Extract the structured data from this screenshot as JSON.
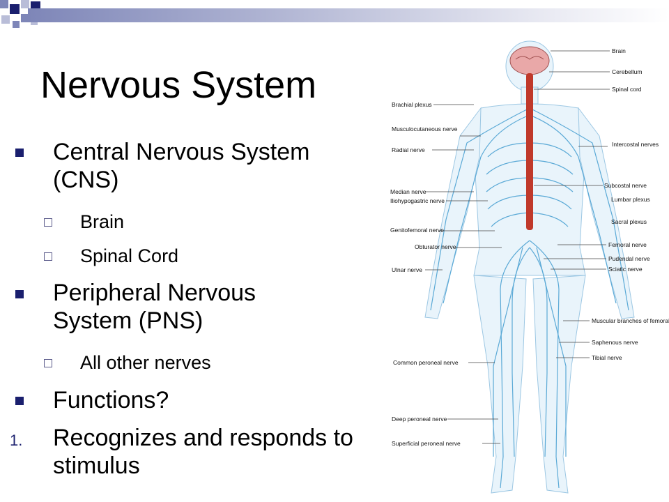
{
  "slide": {
    "title": "Nervous System",
    "bullets": [
      {
        "text": "Central Nervous System (CNS)",
        "sub": [
          "Brain",
          "Spinal Cord"
        ]
      },
      {
        "text": "Peripheral Nervous System (PNS)",
        "sub": [
          "All other nerves"
        ]
      },
      {
        "text": "Functions?"
      }
    ],
    "numbered": [
      {
        "num": "1.",
        "text": "Recognizes and responds to stimulus"
      }
    ]
  },
  "figure": {
    "labels_right": [
      "Brain",
      "Cerebellum",
      "Spinal cord",
      "Intercostal nerves",
      "Subcostal nerve",
      "Lumbar plexus",
      "Sacral plexus",
      "Femoral nerve",
      "Pudendal nerve",
      "Sciatic nerve",
      "Muscular branches of femoral nerve",
      "Saphenous nerve",
      "Tibial nerve"
    ],
    "labels_left": [
      "Brachial plexus",
      "Musculocutaneous nerve",
      "Radial nerve",
      "Median nerve",
      "Iliohypogastric nerve",
      "Genitofemoral nerve",
      "Obturator nerve",
      "Ulnar nerve",
      "Common peroneal nerve",
      "Deep peroneal nerve",
      "Superficial peroneal nerve"
    ]
  },
  "colors": {
    "bullet": "#1a1f6e",
    "nerve": "#5aa9d6",
    "cord": "#c0392b",
    "brain": "#e9a8a8"
  }
}
